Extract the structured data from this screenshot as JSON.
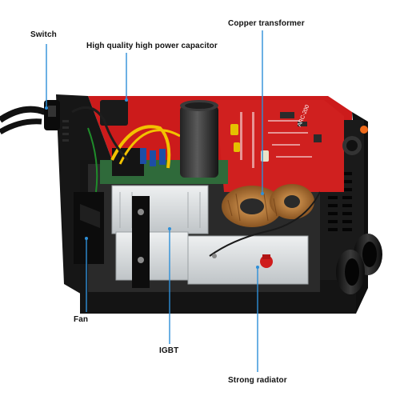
{
  "image": {
    "subject": "welder-internals-product-photo",
    "colors": {
      "case": "#141414",
      "board": "#cc1b1b",
      "callout_line": "#2e8fd8",
      "heatsink": "#d2d6d8",
      "background": "#ffffff"
    }
  },
  "labels": {
    "switch": "Switch",
    "capacitor": "High quality high power capacitor",
    "transformer": "Copper transformer",
    "fan": "Fan",
    "igbt": "IGBT",
    "radiator": "Strong radiator"
  },
  "board_silkscreen": "ARC-200"
}
